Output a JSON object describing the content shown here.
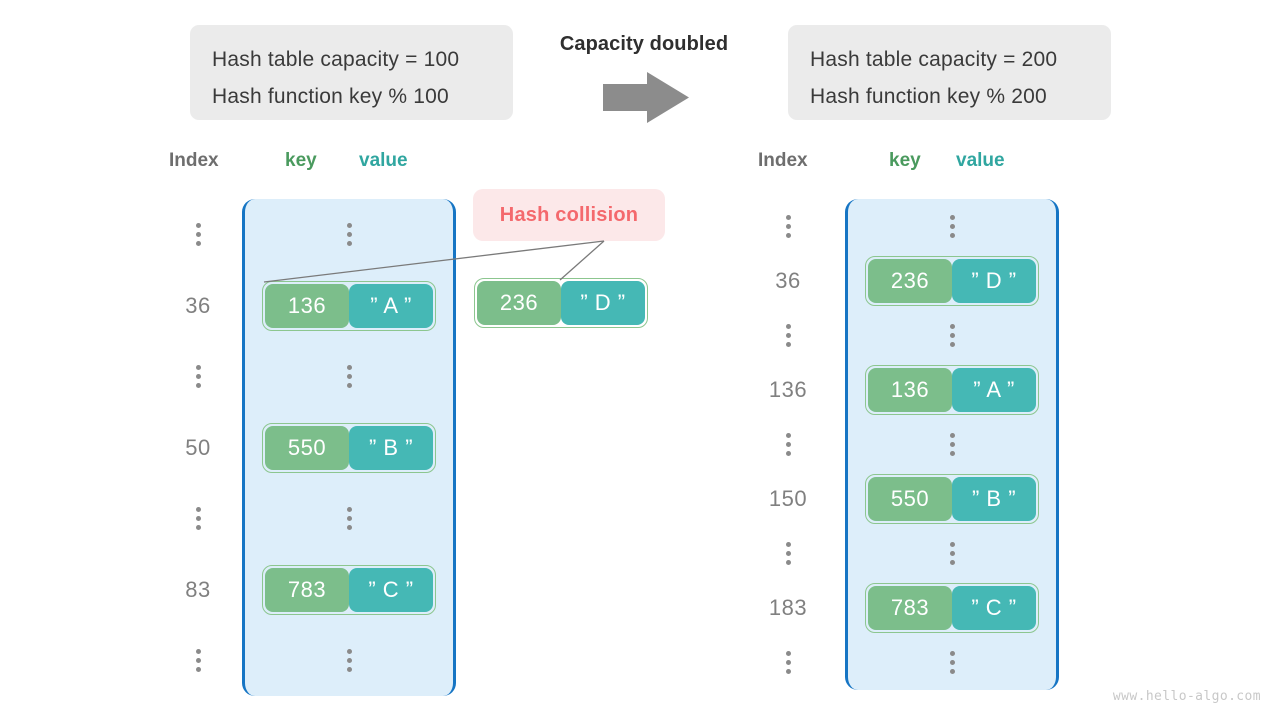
{
  "diagram": {
    "watermark": "www.hello-algo.com",
    "transition": {
      "label": "Capacity doubled",
      "arrow_icon": "right-arrow-icon"
    },
    "colors": {
      "panel_bg": "#ddeefa",
      "panel_border": "#1675c4",
      "key_fill": "#7cbe8b",
      "value_fill": "#45b8b5",
      "key_header": "#4a9a5e",
      "value_header": "#30a6a0",
      "index_text": "#808080",
      "collision_bg": "#fce8e9",
      "collision_text": "#f4696d",
      "info_bg": "#ebebeb",
      "arrow": "#8c8c8c"
    },
    "info_before": {
      "line1": "Hash table capacity = 100",
      "line2": "Hash function key % 100"
    },
    "info_after": {
      "line1": "Hash table capacity = 200",
      "line2": "Hash function key % 200"
    },
    "headers": {
      "index": "Index",
      "key": "key",
      "value": "value"
    },
    "collision": {
      "label": "Hash collision",
      "key": "236",
      "value": "” D ”"
    },
    "table_before": {
      "rows": [
        {
          "index": "",
          "dots": true,
          "key": "",
          "value": ""
        },
        {
          "index": "36",
          "dots": false,
          "key": "136",
          "value": "A"
        },
        {
          "index": "",
          "dots": true,
          "key": "",
          "value": ""
        },
        {
          "index": "50",
          "dots": false,
          "key": "550",
          "value": "B"
        },
        {
          "index": "",
          "dots": true,
          "key": "",
          "value": ""
        },
        {
          "index": "83",
          "dots": false,
          "key": "783",
          "value": "C"
        },
        {
          "index": "",
          "dots": true,
          "key": "",
          "value": ""
        }
      ]
    },
    "table_after": {
      "rows": [
        {
          "index": "",
          "dots": true,
          "key": "",
          "value": ""
        },
        {
          "index": "36",
          "dots": false,
          "key": "236",
          "value": "D"
        },
        {
          "index": "",
          "dots": true,
          "key": "",
          "value": ""
        },
        {
          "index": "136",
          "dots": false,
          "key": "136",
          "value": "A"
        },
        {
          "index": "",
          "dots": true,
          "key": "",
          "value": ""
        },
        {
          "index": "150",
          "dots": false,
          "key": "550",
          "value": "B"
        },
        {
          "index": "",
          "dots": true,
          "key": "",
          "value": ""
        },
        {
          "index": "183",
          "dots": false,
          "key": "783",
          "value": "C"
        },
        {
          "index": "",
          "dots": true,
          "key": "",
          "value": ""
        }
      ]
    }
  }
}
